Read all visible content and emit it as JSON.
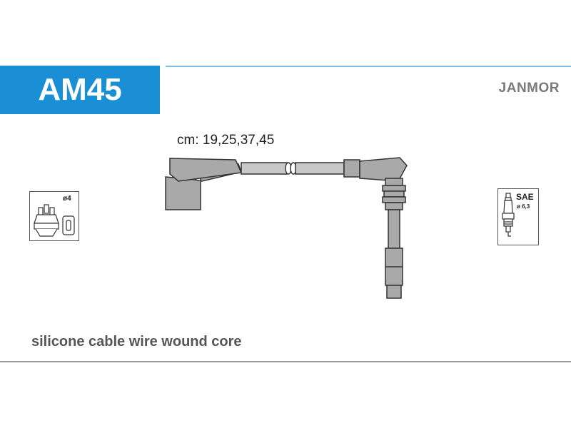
{
  "header": {
    "code": "AM45",
    "brand": "JANMOR"
  },
  "cable": {
    "lengths_label": "cm: 19,25,37,45"
  },
  "distributor_icon": {
    "diameter_label": "ø4",
    "icon": "distributor-cap-icon"
  },
  "plug_icon": {
    "standard_label": "SAE",
    "diameter_label": "ø 6,3",
    "icon": "spark-plug-icon"
  },
  "footer": {
    "description": "silicone cable wire wound core"
  },
  "colors": {
    "accent": "#1b8fd6",
    "rule": "#7fbfe6",
    "part_fill": "#a9a9a9",
    "outline": "#333333"
  }
}
